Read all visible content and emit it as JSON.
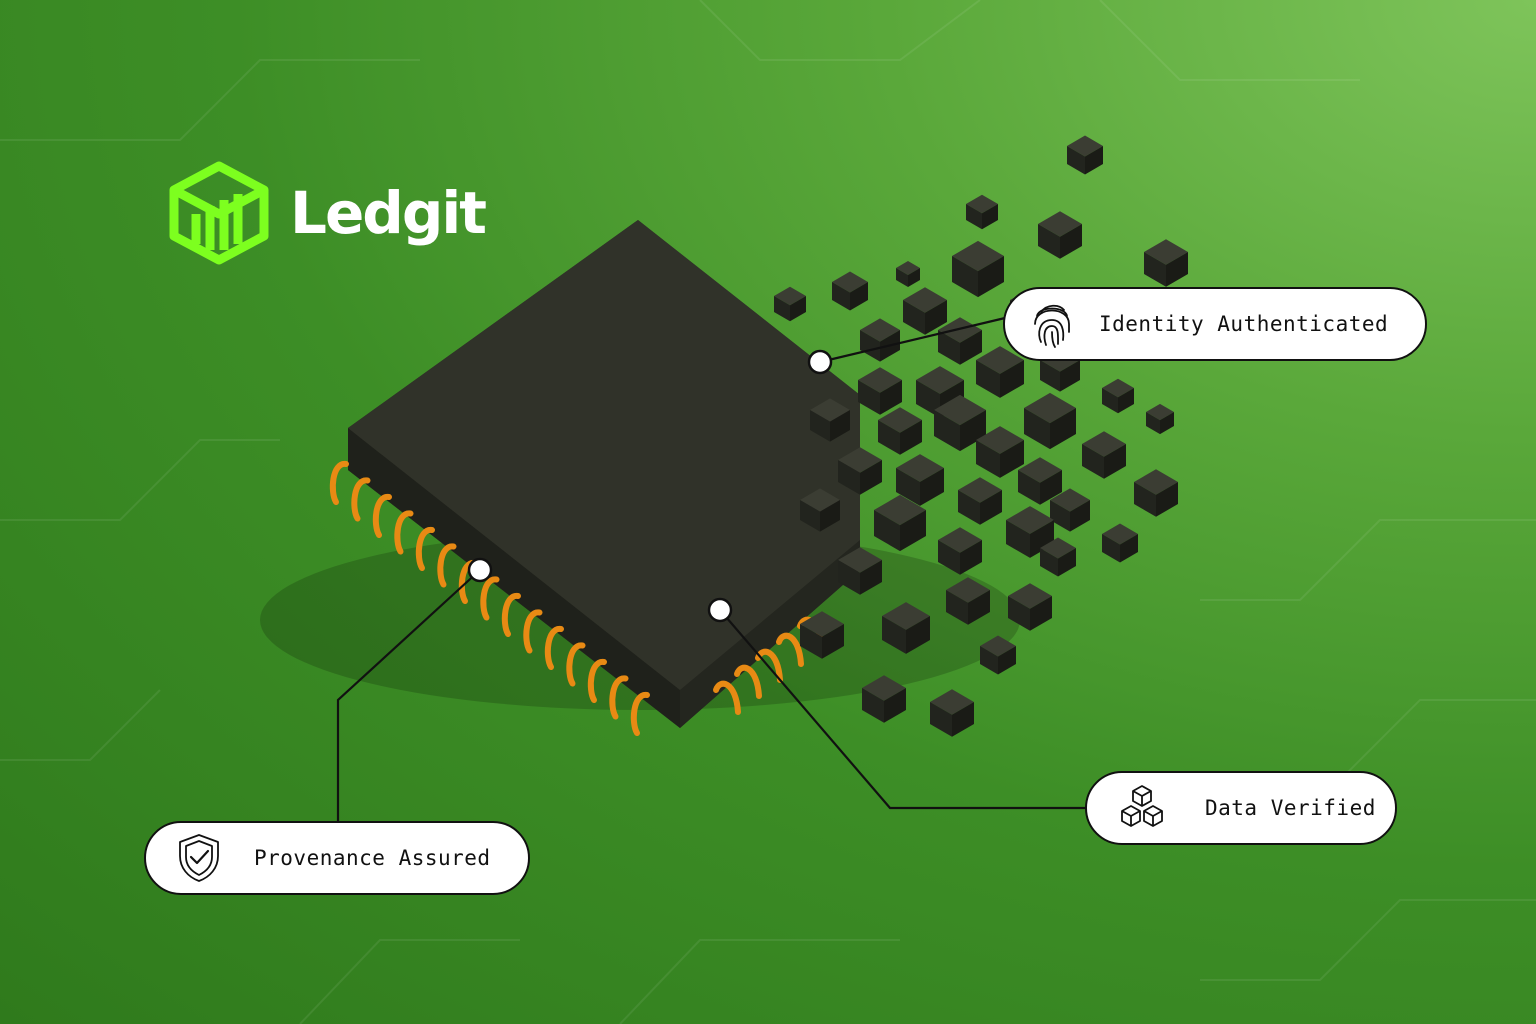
{
  "brand": {
    "name": "Ledgit",
    "logo_color": "#7dff1f",
    "icon": "cube-stripes-logo-icon"
  },
  "callouts": {
    "identity": {
      "label": "Identity Authenticated",
      "icon": "fingerprint-icon"
    },
    "data": {
      "label": "Data Verified",
      "icon": "stacked-blocks-icon"
    },
    "provenance": {
      "label": "Provenance Assured",
      "icon": "shield-check-icon"
    }
  },
  "colors": {
    "background_light": "#7ec45a",
    "background_dark": "#2f7a1c",
    "chip": "#2b2d25",
    "pins": "#e88a14"
  }
}
